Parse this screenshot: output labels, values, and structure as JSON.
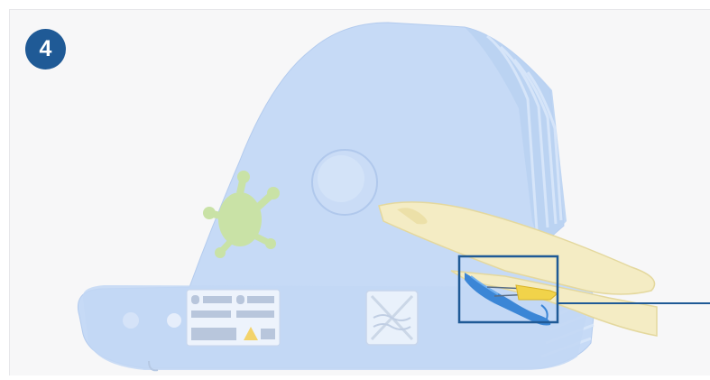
{
  "step": {
    "number": "4"
  },
  "illustration": {
    "subject": "inflatable-body-with-yellow-strap",
    "highlight": "strap-buckle-detail"
  },
  "colors": {
    "badge": "#1f5a96",
    "body": "#c6daf6",
    "body_edge": "#a9c3ea",
    "strap": "#f4ecc4",
    "leaf": "#c9e2a6",
    "highlight_box": "#1f5a96"
  }
}
